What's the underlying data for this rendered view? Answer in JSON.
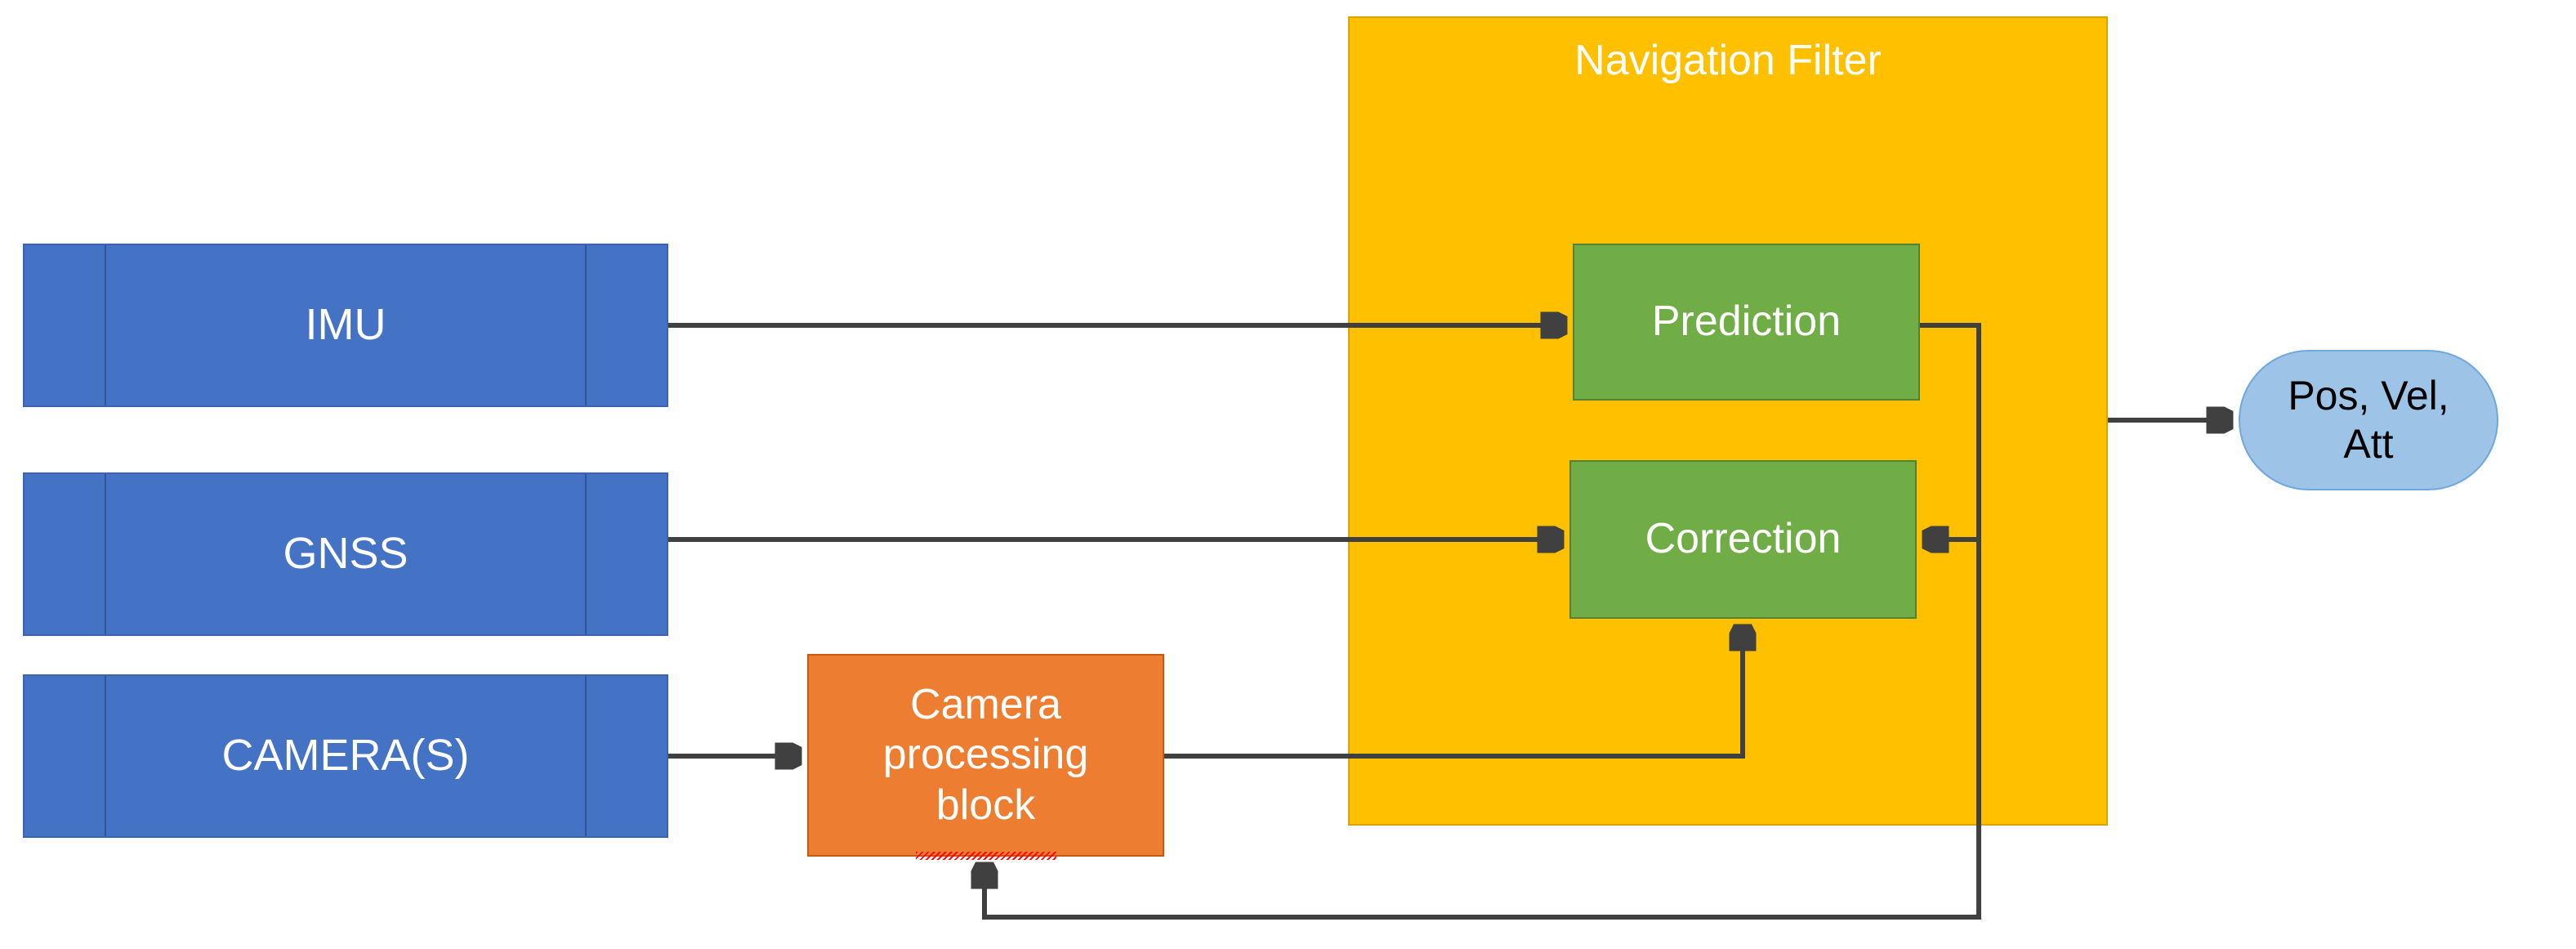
{
  "diagram": {
    "title": "Navigation Filter block diagram",
    "type": "block-diagram",
    "colors": {
      "sensor_fill": "#4472c4",
      "sensor_border": "#3c64ad",
      "filter_fill": "#ffc000",
      "filter_border": "#d9a300",
      "process_fill": "#70ad47",
      "process_border": "#548235",
      "camera_fill": "#ed7d31",
      "camera_border": "#c55a11",
      "output_fill": "#9dc3e6",
      "output_border": "#6fa8dc",
      "connector": "#404040",
      "spellcheck_underline": "#ff0000",
      "background": "#ffffff"
    }
  },
  "sensors": [
    {
      "id": "imu",
      "label": "IMU"
    },
    {
      "id": "gnss",
      "label": "GNSS"
    },
    {
      "id": "camera",
      "label": "CAMERA(S)"
    }
  ],
  "camera_block": {
    "label": "Camera\nprocessing\nblock",
    "misspelled_word": "block"
  },
  "navigation_filter": {
    "title": "Navigation Filter",
    "blocks": [
      {
        "id": "prediction",
        "label": "Prediction"
      },
      {
        "id": "correction",
        "label": "Correction"
      }
    ]
  },
  "output": {
    "label": "Pos, Vel,\nAtt"
  },
  "connections": [
    {
      "from": "imu",
      "to": "prediction"
    },
    {
      "from": "gnss",
      "to": "correction"
    },
    {
      "from": "camera",
      "to": "camera_block"
    },
    {
      "from": "camera_block",
      "to": "correction"
    },
    {
      "from": "prediction",
      "to": "correction"
    },
    {
      "from": "prediction",
      "to": "camera_block"
    },
    {
      "from": "navigation_filter",
      "to": "output"
    }
  ]
}
